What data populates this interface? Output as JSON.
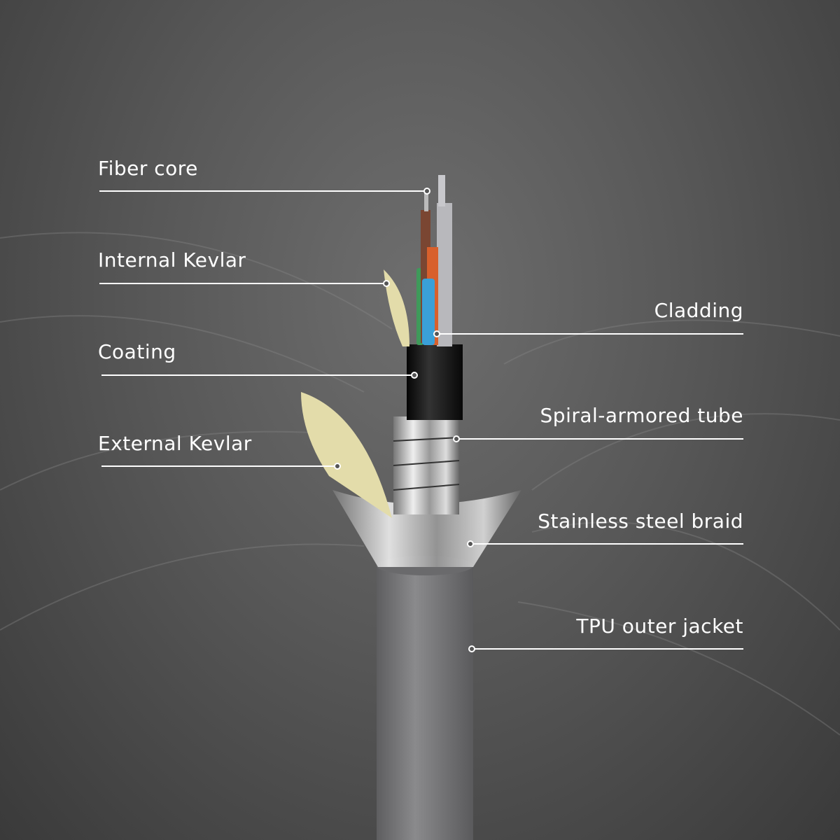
{
  "labels": {
    "fiber_core": "Fiber core",
    "internal_kevlar": "Internal Kevlar",
    "coating": "Coating",
    "external_kevlar": "External Kevlar",
    "cladding": "Cladding",
    "spiral_armored_tube": "Spiral-armored tube",
    "stainless_steel_braid": "Stainless steel braid",
    "tpu_outer_jacket": "TPU outer jacket"
  },
  "colors": {
    "jacket": "#7a7a7c",
    "coating": "#141414",
    "kevlar": "#e3dcaa",
    "fiber_green": "#3f9a5a",
    "fiber_blue": "#3aa0d8",
    "fiber_orange": "#d8602c",
    "fiber_brown": "#7a4632",
    "fiber_gray": "#b8b8bc"
  }
}
